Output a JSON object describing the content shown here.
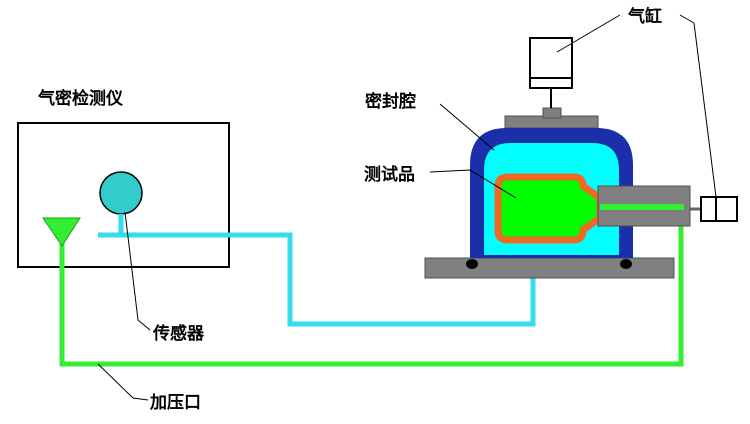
{
  "labels": {
    "instrument": "气密检测仪",
    "sensor": "传感器",
    "pressure_port": "加压口",
    "sealed_chamber": "密封腔",
    "test_sample": "测试品",
    "cylinder": "气缸"
  },
  "colors": {
    "instrument_fill": "#ffffff",
    "sensor_fill": "#33cccc",
    "cyan_pipe": "#33ddee",
    "green_pipe": "#33ee33",
    "chamber_shell": "#1c2faa",
    "chamber_interior": "#00ffff",
    "sample_fill": "#00ff00",
    "sample_outline": "#ee6a22",
    "base_gray": "#808080",
    "cylinder_fill": "#ffffff"
  }
}
